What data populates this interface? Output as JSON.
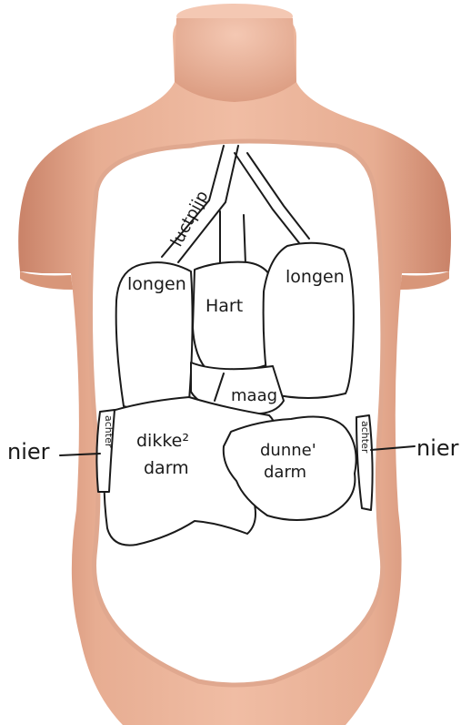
{
  "colors": {
    "skin": "#e5a98e",
    "skin_shadow": "#c98268",
    "skin_highlight": "#f4c8b3",
    "cavity": "#ffffff",
    "ink": "#1a1a1a"
  },
  "labels": {
    "trachea": "luctpijp",
    "lung_left": "longen",
    "lung_right": "longen",
    "heart": "Hart",
    "stomach": "maag",
    "large_intestine_line1": "dikke²",
    "large_intestine_line2": "darm",
    "small_intestine_line1": "dunne'",
    "small_intestine_line2": "darm",
    "kidney_left": "nier",
    "kidney_right": "nier",
    "back_left": "achter",
    "back_right": "achter"
  }
}
